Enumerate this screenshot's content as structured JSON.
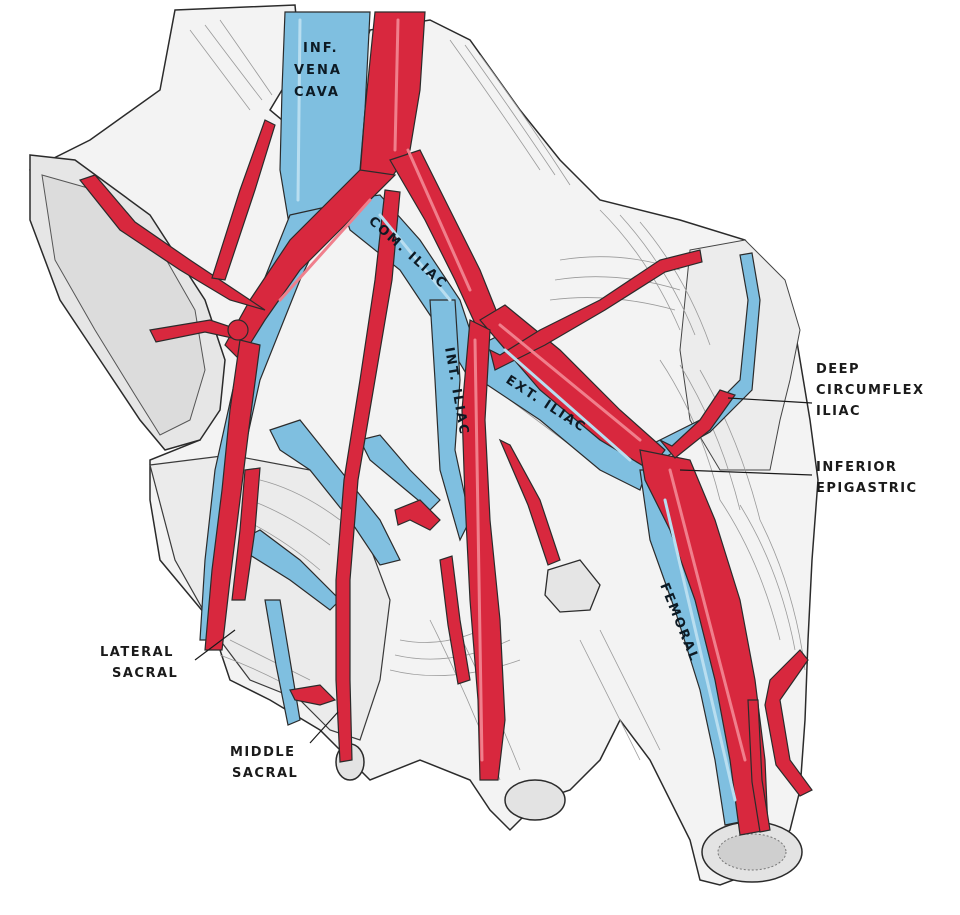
{
  "labels": {
    "inf_vena_cava": [
      "INF.",
      "VENA",
      "CAVA"
    ],
    "com_iliac": "COM. ILIAC",
    "int_iliac": "INT. ILIAC",
    "ext_iliac": "EXT. ILIAC",
    "femoral": "FEMORAL",
    "deep_circumflex_iliac": [
      "DEEP",
      "CIRCUMFLEX",
      "ILIAC"
    ],
    "inferior_epigastric": [
      "INFERIOR",
      "EPIGASTRIC"
    ],
    "lateral_sacral": [
      "LATERAL",
      "SACRAL"
    ],
    "middle_sacral": [
      "MIDDLE",
      "SACRAL"
    ]
  },
  "colors": {
    "artery": "#d8283e",
    "artery_light": "#f07f8c",
    "vein": "#7fbfe0",
    "vein_light": "#b9def0",
    "tissue": "#f2f2f2",
    "outline": "#2b2b2b",
    "muscle_line": "#9a9a9a",
    "bone": "#e8e8e8"
  }
}
